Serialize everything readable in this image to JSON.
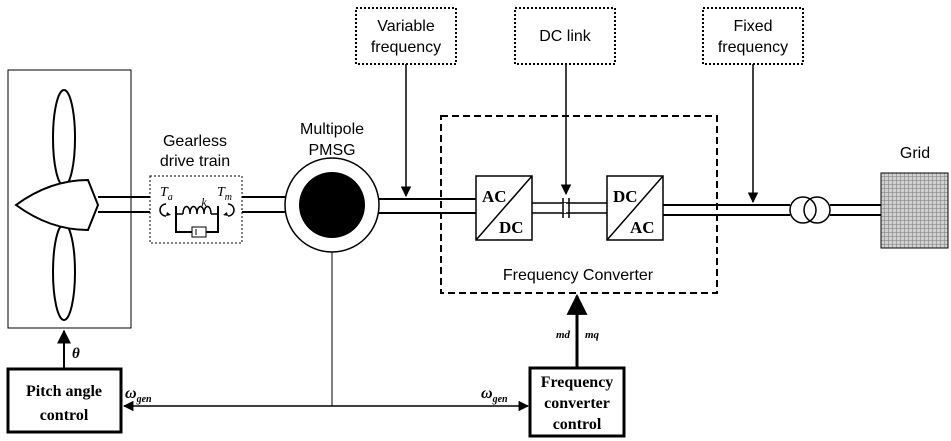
{
  "labels": {
    "variable_frequency_1": "Variable",
    "variable_frequency_2": "frequency",
    "dc_link": "DC link",
    "fixed_frequency_1": "Fixed",
    "fixed_frequency_2": "frequency",
    "gearless_1": "Gearless",
    "gearless_2": "drive train",
    "multipole_1": "Multipole",
    "multipole_2": "PMSG",
    "grid": "Grid",
    "frequency_converter": "Frequency Converter",
    "pitch_control_1": "Pitch angle",
    "pitch_control_2": "control",
    "fc_control_1": "Frequency",
    "fc_control_2": "converter",
    "fc_control_3": "control",
    "theta": "θ",
    "omega": "ω",
    "omega_sub": "gen",
    "md": "md",
    "mq": "mq",
    "ta": "T",
    "ta_sub": "a",
    "tm": "T",
    "tm_sub": "m",
    "k": "k",
    "ac": "AC",
    "dc": "DC"
  },
  "colors": {
    "line": "#000000",
    "grid_fill": "#bbbbbb",
    "generator_core": "#000000"
  }
}
